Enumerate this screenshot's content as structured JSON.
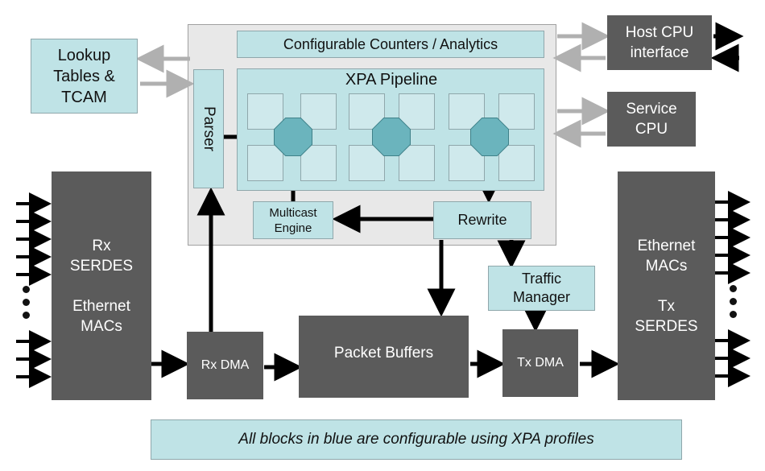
{
  "blocks": {
    "lookup": "Lookup\nTables &\nTCAM",
    "counters": "Configurable Counters / Analytics",
    "pipeline": "XPA Pipeline",
    "parser": "Parser",
    "multicast": "Multicast\nEngine",
    "rewrite": "Rewrite",
    "host_cpu": "Host CPU\ninterface",
    "service_cpu": "Service\nCPU",
    "rx_serdes": "Rx\nSERDES\n\nEthernet\nMACs",
    "tx_serdes": "Ethernet\nMACs\n\nTx\nSERDES",
    "rx_dma": "Rx DMA",
    "packet_buffers": "Packet Buffers",
    "traffic_manager": "Traffic\nManager",
    "tx_dma": "Tx DMA"
  },
  "footer": "All blocks in blue are configurable using XPA profiles",
  "colors": {
    "configurable_blue": "#bfe3e6",
    "fixed_gray": "#5b5b5b",
    "processor_teal": "#6bb4bd",
    "control_arrow": "#b0b0b0",
    "data_arrow": "#000000"
  }
}
